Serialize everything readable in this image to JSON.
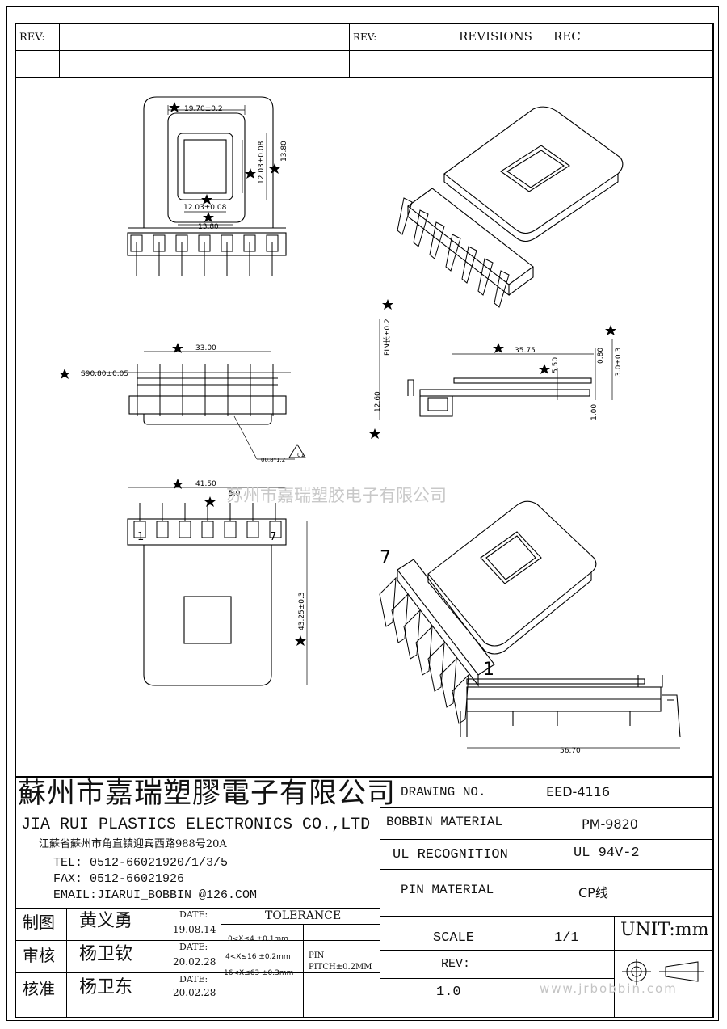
{
  "header": {
    "rev_left": "REV:",
    "rev_mid": "REV:",
    "revisions": "REVISIONS",
    "rec": "REC"
  },
  "drawing": {
    "dims": {
      "d1": "19.70±0.2",
      "d2": "12.03±0.08",
      "d3": "13.80",
      "d4": "12.03±0.08",
      "d5": "13.80",
      "d6": "33.00",
      "d7": "S90.80±0.05",
      "d8": "00.8*1.2",
      "d9": "35.75",
      "d10": "5.50",
      "d11": "0.80",
      "d12": "3.0±0.3",
      "d13": "PIN长±0.2",
      "d14": "12.60",
      "d15": "1.00",
      "d16": "41.50",
      "d17": "5.0",
      "d18": "43.25±0.3",
      "d19": "56.70"
    },
    "pin_label_1": "1",
    "pin_label_7": "7",
    "pin_label_1b": "1",
    "pin_label_7b": "7",
    "ul_mark": "01",
    "watermark": "苏州市嘉瑞塑胶电子有限公司"
  },
  "title_block": {
    "company_cn": "蘇州市嘉瑞塑膠電子有限公司",
    "company_en": "JIA RUI PLASTICS ELECTRONICS CO.,LTD",
    "address": "江蘇省蘇州市角直镇迎宾西路988号20A",
    "tel": "TEL: 0512-66021920/1/3/5",
    "fax": "FAX: 0512-66021926",
    "email": "EMAIL:JIARUI_BOBBIN @126.COM",
    "drawing_no_label": "DRAWING  NO.",
    "drawing_no_value": "EED-4116",
    "bobbin_material_label": "BOBBIN  MATERIAL",
    "bobbin_material_value": "PM-9820",
    "ul_label": "UL RECOGNITION",
    "ul_value": "UL 94V-2",
    "pin_material_label": "PIN MATERIAL",
    "pin_material_value": "CP线",
    "scale_label": "SCALE",
    "scale_value": "1/1",
    "unit": "UNIT:mm",
    "rev_label": "REV:",
    "rev_value": "1.0",
    "site": "www.jrbobbin.com",
    "tolerance_title": "TOLERANCE",
    "tol1": "0<X≤4  ±0.1mm",
    "tol2": "4<X≤16 ±0.2mm",
    "tol3": "16<X≤63 ±0.3mm",
    "pin_pitch": "PIN\nPITCH±0.2MM",
    "pin_word": "PIN",
    "pitch_word": "PITCH±0.2MM",
    "rows": [
      {
        "role": "制图",
        "name": "黄义勇",
        "date_label": "DATE:",
        "date": "19.08.14"
      },
      {
        "role": "审核",
        "name": "杨卫钦",
        "date_label": "DATE:",
        "date": "20.02.28"
      },
      {
        "role": "核准",
        "name": "杨卫东",
        "date_label": "DATE:",
        "date": "20.02.28"
      }
    ]
  }
}
